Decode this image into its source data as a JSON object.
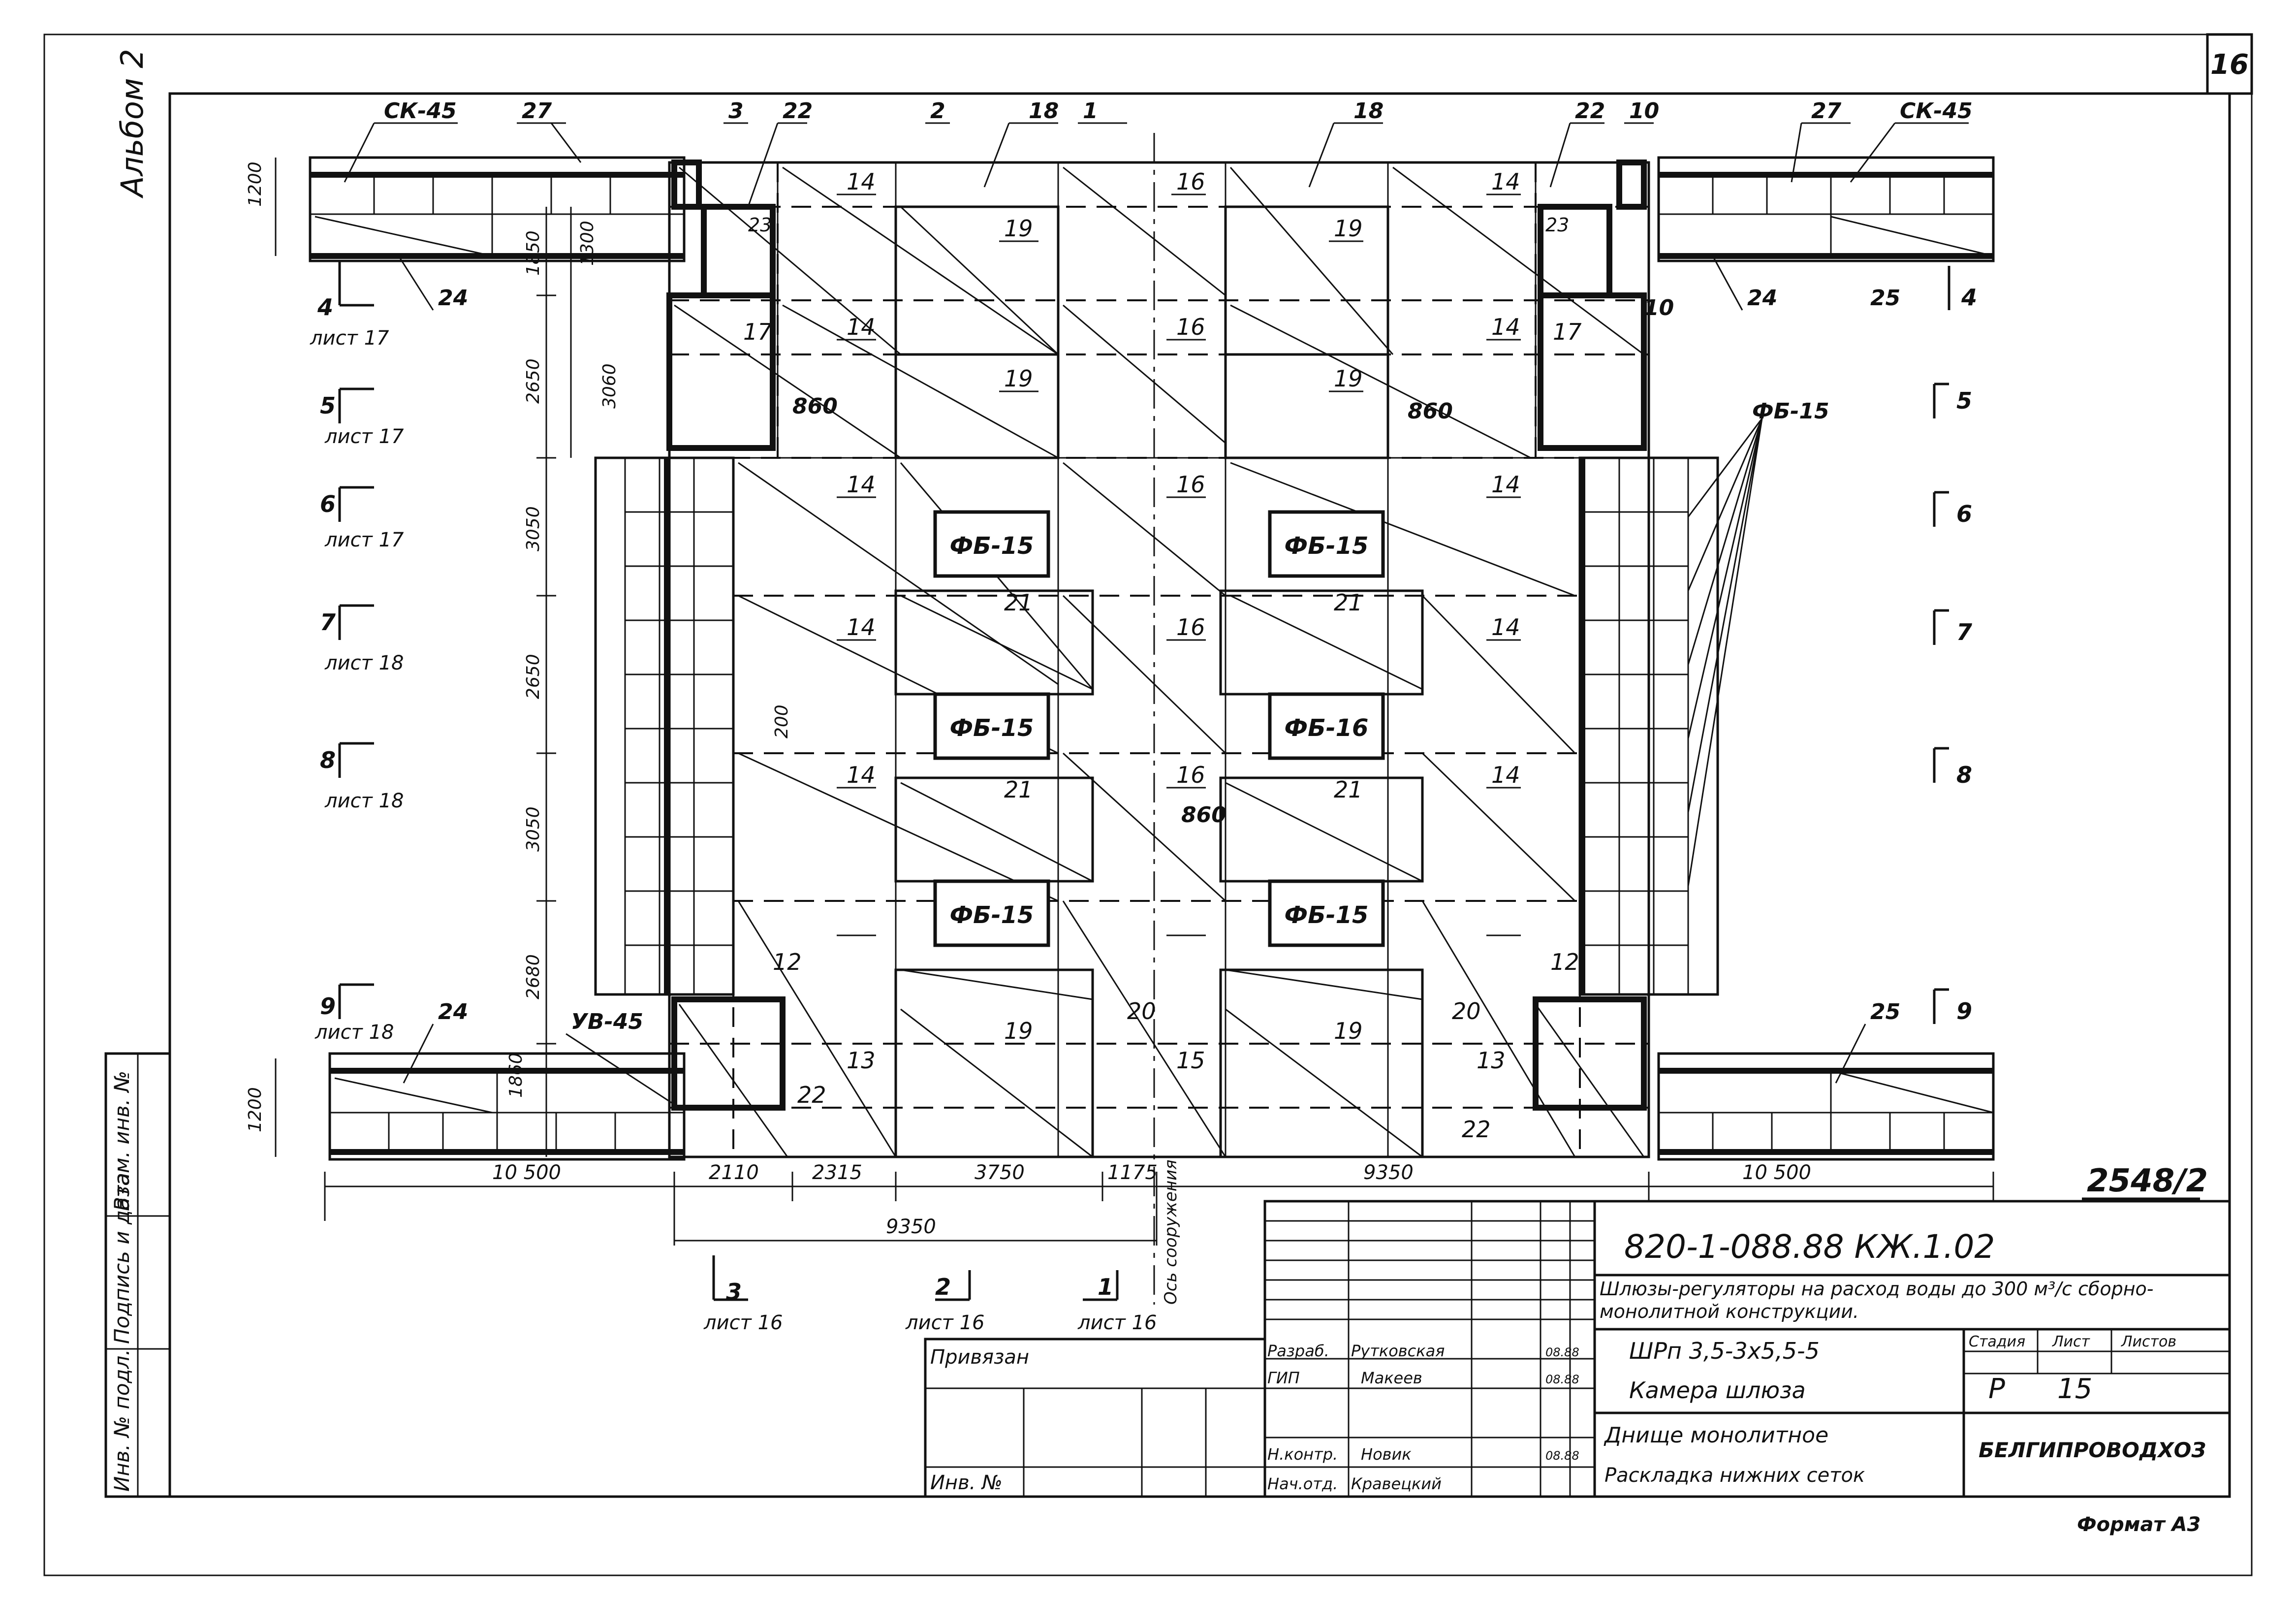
{
  "sheet_number": "16",
  "album": "Альбом 2",
  "side_stamp": [
    "Инв. № подл.",
    "Подпись и дата",
    "Взам. инв. №"
  ],
  "beam_labels": [
    "ФБ-15",
    "ФБ-15",
    "ФБ-15",
    "ФБ-16",
    "ФБ-15",
    "ФБ-15"
  ],
  "section_marks": [
    {
      "num": "4",
      "sheet": "лист 17"
    },
    {
      "num": "5",
      "sheet": "лист 17"
    },
    {
      "num": "6",
      "sheet": "лист 17"
    },
    {
      "num": "7",
      "sheet": "лист 18"
    },
    {
      "num": "8",
      "sheet": "лист 18"
    },
    {
      "num": "9",
      "sheet": "лист 18"
    }
  ],
  "right_marks": [
    "4",
    "5",
    "6",
    "7",
    "8",
    "9"
  ],
  "bottom_marks": [
    {
      "num": "3",
      "sheet": "лист 16"
    },
    {
      "num": "2",
      "sheet": "лист 16"
    },
    {
      "num": "1",
      "sheet": "лист 16"
    }
  ],
  "axis_label": "Ось сооружения",
  "top_callouts": [
    "СК-45",
    "27",
    "3",
    "22",
    "2",
    "18",
    "1",
    "18",
    "22",
    "10",
    "27",
    "СК-45"
  ],
  "mark_numbers": [
    "14",
    "16",
    "14",
    "19",
    "19",
    "23",
    "23",
    "17",
    "14",
    "16",
    "14",
    "17",
    "19",
    "19",
    "860",
    "860",
    "14",
    "16",
    "14",
    "21",
    "21",
    "14",
    "16",
    "14",
    "200",
    "21",
    "860",
    "21",
    "14",
    "16",
    "14",
    "12",
    "20",
    "20",
    "12",
    "19",
    "19",
    "13",
    "15",
    "13",
    "22",
    "22",
    "24",
    "24",
    "10",
    "25",
    "24",
    "25",
    "ФБ-15",
    "УВ-45"
  ],
  "left_dims": [
    "1200",
    "1850",
    "1300",
    "2650",
    "3060",
    "3050",
    "2650",
    "3050",
    "2680",
    "1860",
    "1200"
  ],
  "bottom_dims": [
    "10 500",
    "2110",
    "2315",
    "3750",
    "1175",
    "9350",
    "10 500"
  ],
  "overall_dim": "9350",
  "sheet_code": "2548/2",
  "title_block": {
    "doc_code": "820-1-088.88 КЖ.1.02",
    "project": "Шлюзы-регуляторы на расход воды до 300 м³/с сборно-монолитной конструкции.",
    "object": "ШРп 3,5-3х5,5-5",
    "object2": "Камера шлюза",
    "drawing": "Днище монолитное",
    "drawing2": "Раскладка нижних сеток",
    "org": "БЕЛГИПРОВОДХОЗ",
    "stage_h": "Стадия",
    "sheet_h": "Лист",
    "sheets_h": "Листов",
    "stage": "Р",
    "sheet": "15",
    "privyazan": "Привязан",
    "inv": "Инв. №",
    "roles": [
      {
        "role": "Разраб.",
        "name": "Рутковская",
        "date": "08.88"
      },
      {
        "role": "ГИП",
        "name": "Макеев",
        "date": "08.88"
      },
      {
        "role": "Н.контр.",
        "name": "Новик",
        "date": "08.88"
      },
      {
        "role": "Нач.отд.",
        "name": "Кравецкий",
        "date": ""
      }
    ]
  },
  "format": "Формат А3"
}
